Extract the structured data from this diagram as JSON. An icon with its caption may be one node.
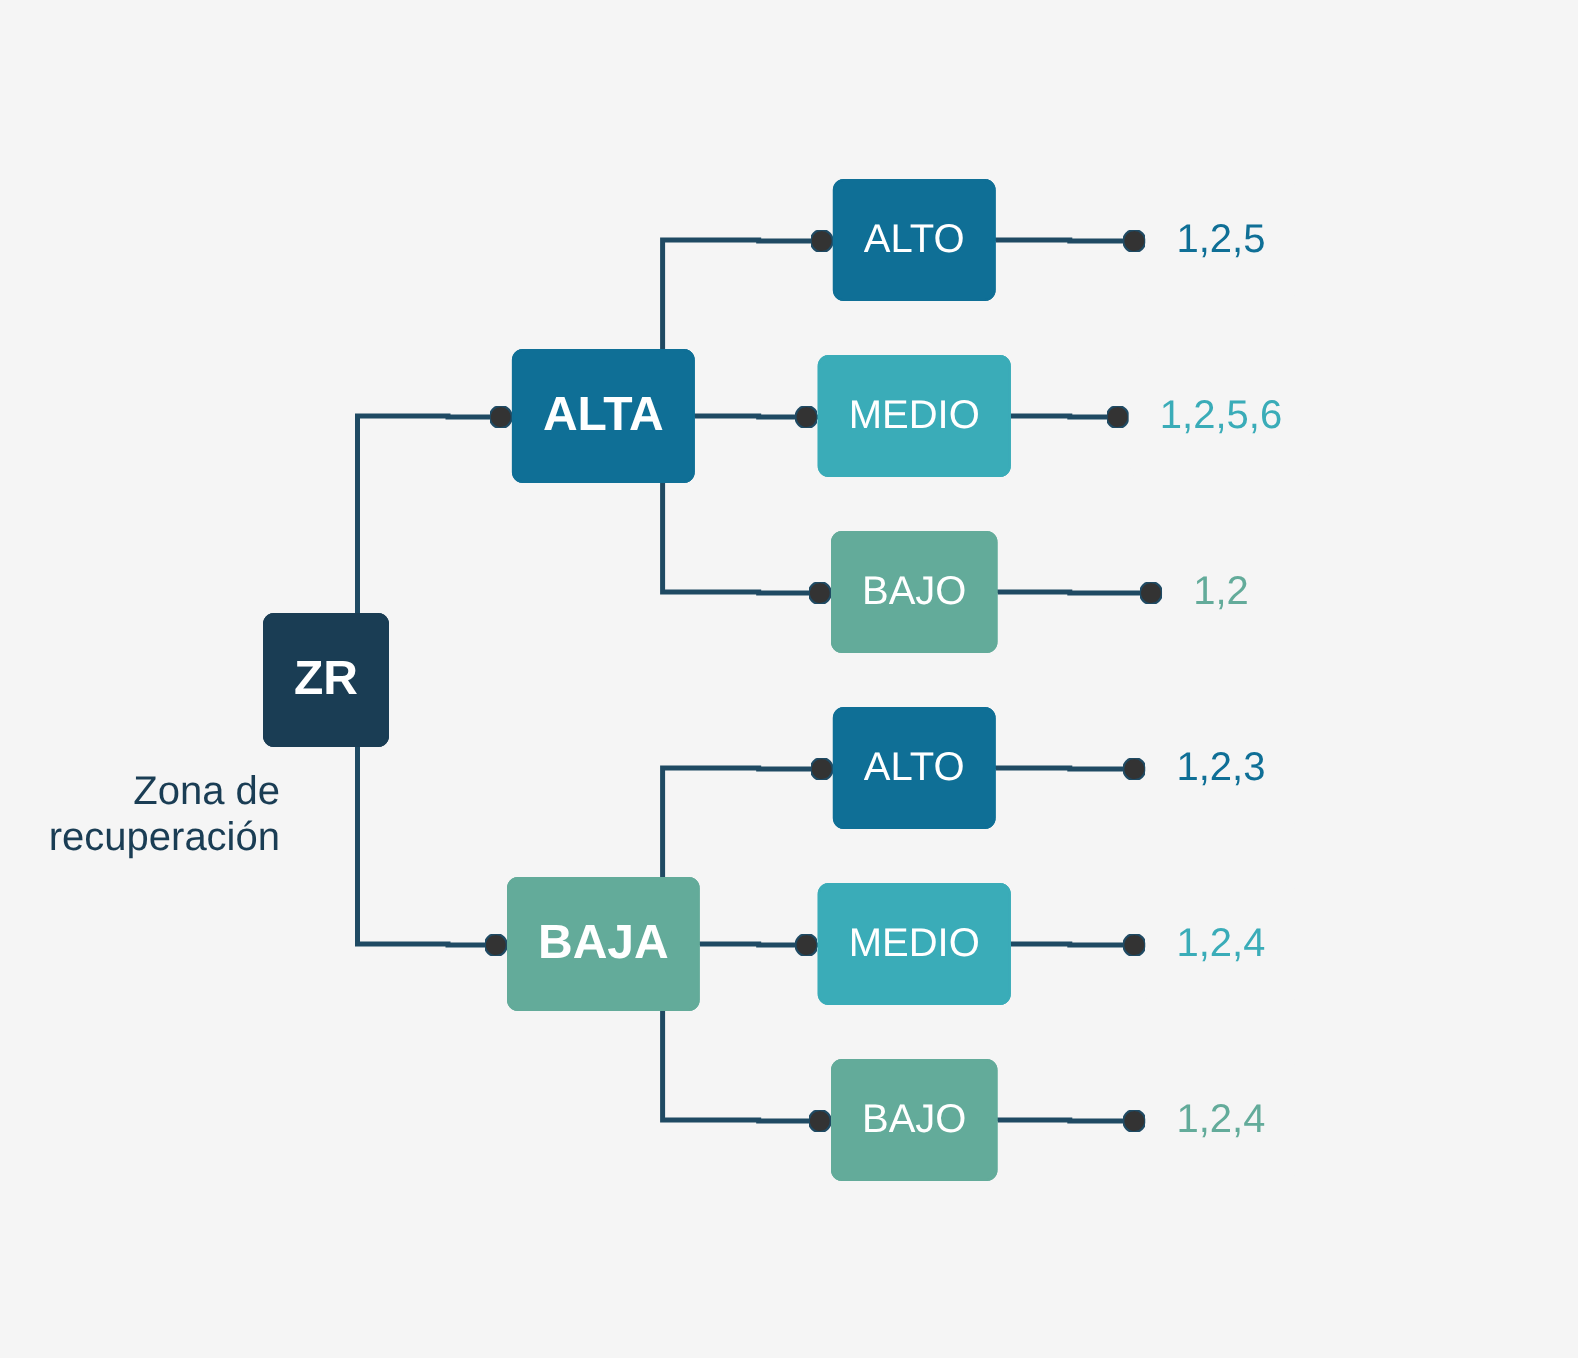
{
  "diagram": {
    "nodes": [
      {
        "text": [
          "ZR"
        ],
        "beside": [
          "Zona de recuperación"
        ]
      },
      {
        "text": [
          "ALTA"
        ]
      },
      {
        "text": [
          "ALTO"
        ]
      },
      {
        "text": [
          "1,2,5"
        ]
      },
      {
        "text": [
          "MEDIO"
        ]
      },
      {
        "text": [
          "1,2,5,6"
        ]
      },
      {
        "text": [
          "BAJO"
        ]
      },
      {
        "text": [
          "1,2"
        ]
      },
      {
        "text": [
          "BAJA"
        ]
      },
      {
        "text": [
          "ALTO"
        ]
      },
      {
        "text": [
          "1,2,3"
        ]
      },
      {
        "text": [
          "MEDIO"
        ]
      },
      {
        "text": [
          "1,2,4"
        ]
      },
      {
        "text": [
          "BAJO"
        ]
      },
      {
        "text": [
          "1,2,4"
        ]
      }
    ],
    "edges": [
      {
        "from": 0,
        "to": 1,
        "arrow": "other"
      },
      {
        "from": 0,
        "to": 8,
        "arrow": "other"
      },
      {
        "from": 1,
        "to": 2,
        "arrow": "other"
      },
      {
        "from": 1,
        "to": 4,
        "arrow": "other"
      },
      {
        "from": 1,
        "to": 6,
        "arrow": "other"
      },
      {
        "from": 2,
        "to": 3,
        "arrow": "other"
      },
      {
        "from": 4,
        "to": 5,
        "arrow": "other"
      },
      {
        "from": 6,
        "to": 7,
        "arrow": "other"
      },
      {
        "from": 8,
        "to": 9,
        "arrow": "other"
      },
      {
        "from": 8,
        "to": 11,
        "arrow": "other"
      },
      {
        "from": 8,
        "to": 13,
        "arrow": "other"
      },
      {
        "from": 9,
        "to": 10,
        "arrow": "other"
      },
      {
        "from": 11,
        "to": 12,
        "arrow": "other"
      },
      {
        "from": 13,
        "to": 14,
        "arrow": "other"
      }
    ]
  }
}
